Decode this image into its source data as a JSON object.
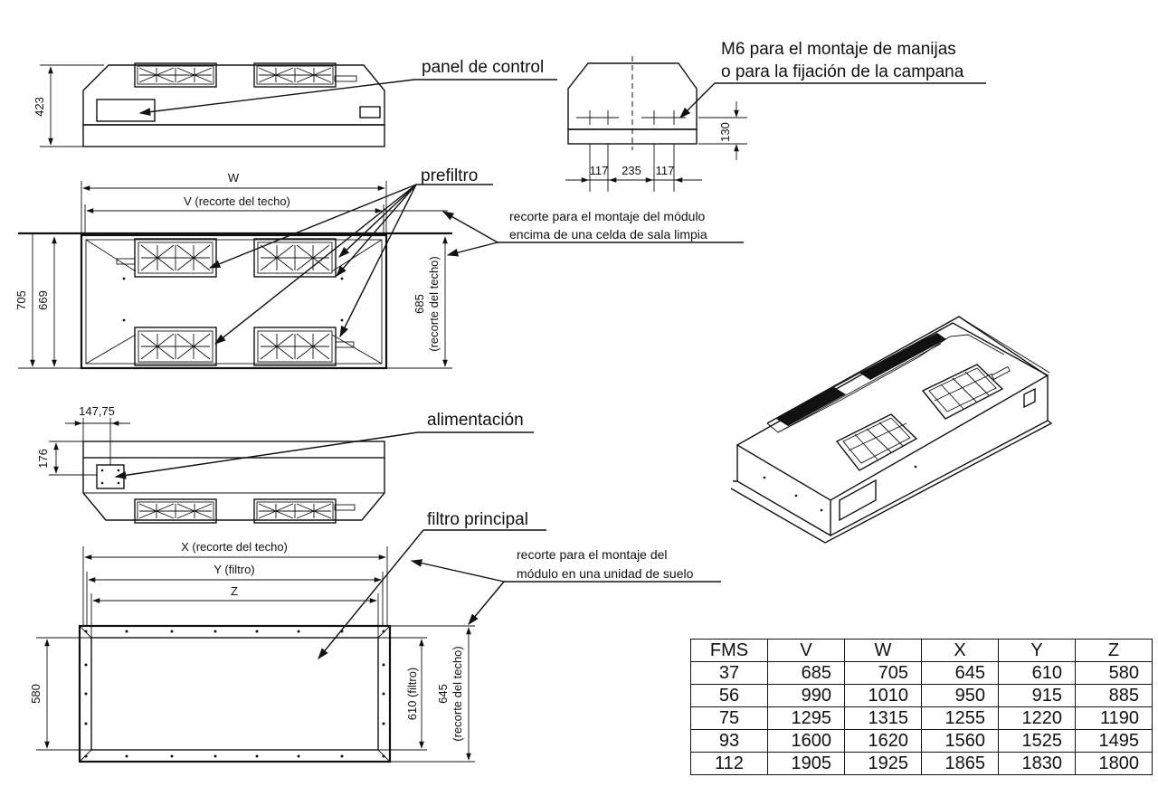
{
  "labels": {
    "control_panel": "panel de control",
    "m6_line1": "M6 para el montaje de manijas",
    "m6_line2": "o para la fijación de la campana",
    "prefilter": "prefiltro",
    "ceiling_cutout_note_line1": "recorte para el montaje del módulo",
    "ceiling_cutout_note_line2": "encima de una celda de sala limpia",
    "power_supply": "alimentación",
    "main_filter": "filtro principal",
    "floor_cutout_note_line1": "recorte para el montaje del",
    "floor_cutout_note_line2": "módulo en una unidad de suelo"
  },
  "dimensions": {
    "height_top": "423",
    "w": "W",
    "v_cutout": "V (recorte del techo)",
    "height_705": "705",
    "height_669": "669",
    "cutout_685_value": "685",
    "cutout_685_label": "(recorte del techo)",
    "side_130": "130",
    "side_117_left": "117",
    "side_235": "235",
    "side_117_right": "117",
    "offset_147": "147,75",
    "height_176": "176",
    "x_cutout": "X (recorte del techo)",
    "y_filter": "Y (filtro)",
    "z": "Z",
    "height_580": "580",
    "filter_610": "610 (filtro)",
    "cutout_645_value": "645",
    "cutout_645_label": "(recorte del techo)"
  },
  "table": {
    "headers": [
      "FMS",
      "V",
      "W",
      "X",
      "Y",
      "Z"
    ],
    "rows": [
      [
        "37",
        "685",
        "705",
        "645",
        "610",
        "580"
      ],
      [
        "56",
        "990",
        "1010",
        "950",
        "915",
        "885"
      ],
      [
        "75",
        "1295",
        "1315",
        "1255",
        "1220",
        "1190"
      ],
      [
        "93",
        "1600",
        "1620",
        "1560",
        "1525",
        "1495"
      ],
      [
        "112",
        "1905",
        "1925",
        "1865",
        "1830",
        "1800"
      ]
    ]
  }
}
